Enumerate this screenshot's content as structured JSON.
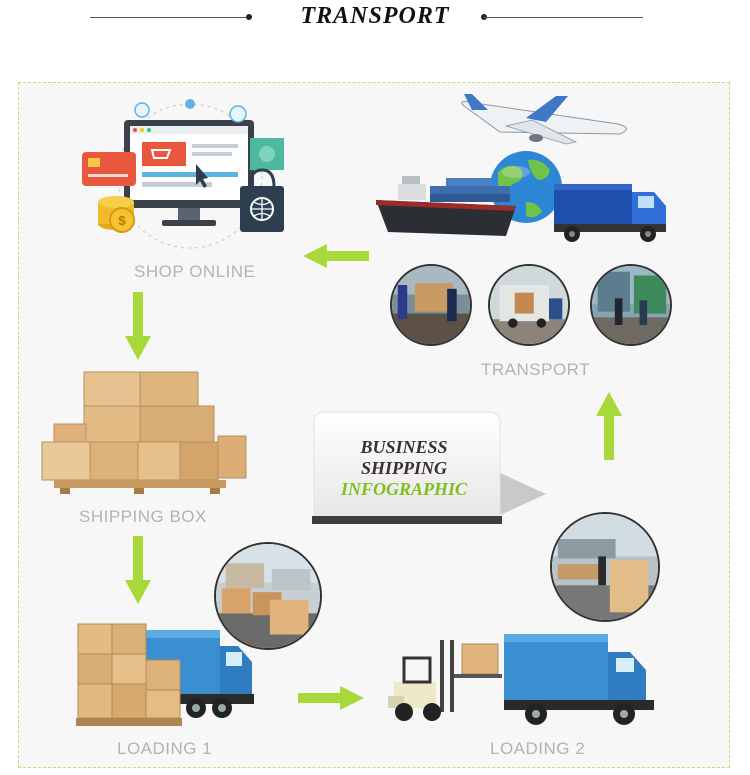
{
  "header": {
    "title": "TRANSPORT"
  },
  "steps": {
    "shop_online": "SHOP ONLINE",
    "transport": "TRANSPORT",
    "shipping_box": "SHIPPING BOX",
    "loading_1": "LOADING 1",
    "loading_2": "LOADING 2"
  },
  "center_card": {
    "line1": "BUSINESS",
    "line2": "SHIPPING",
    "line3": "INFOGRAPHIC"
  },
  "colors": {
    "arrow": "#a8d83a",
    "label": "#b3b3b3",
    "accent_green": "#7fbf1f",
    "dark_text": "#3a2e2e",
    "frame_border": "#c8dc7c"
  }
}
